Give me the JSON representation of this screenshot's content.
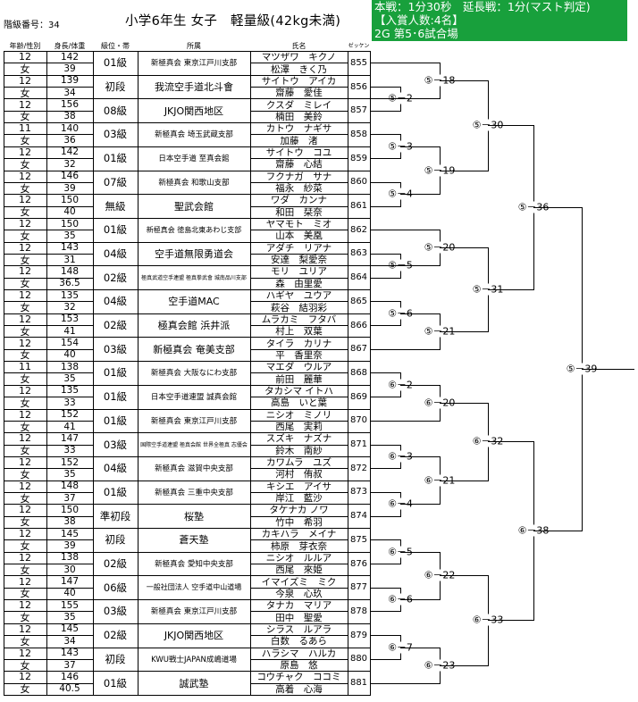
{
  "header": {
    "class_no": "階級番号：34",
    "title": "小学6年生 女子　軽量級(42kg未満)",
    "info_lines": [
      "本戦：1分30秒　延長戦：1分(マスト判定)",
      "【入賞人数:4名】",
      "2G 第5･6試合場"
    ]
  },
  "columns": {
    "age_gender": "年齢/性別",
    "height_weight": "身長/体重",
    "grade": "級位・帯",
    "affiliation": "所属",
    "name": "氏名",
    "zekken": "ゼッケン"
  },
  "competitors": [
    {
      "age": "12",
      "gender": "女",
      "height": "142",
      "weight": "39",
      "grade": "01級",
      "aff": "新極真会 東京江戸川支部",
      "kana": "マツザワ　キクノ",
      "kanji": "松澤　きく乃",
      "zekken": "855",
      "aff_size": "small"
    },
    {
      "age": "12",
      "gender": "女",
      "height": "139",
      "weight": "34",
      "grade": "初段",
      "aff": "我流空手道北斗會",
      "kana": "サイトウ　アイカ",
      "kanji": "齋藤　愛佳",
      "zekken": "856",
      "aff_size": "normal"
    },
    {
      "age": "12",
      "gender": "女",
      "height": "156",
      "weight": "38",
      "grade": "08級",
      "aff": "JKJO関西地区",
      "kana": "クスダ　ミレイ",
      "kanji": "楠田　美鈴",
      "zekken": "857",
      "aff_size": "normal"
    },
    {
      "age": "11",
      "gender": "女",
      "height": "140",
      "weight": "36",
      "grade": "03級",
      "aff": "新極真会 埼玉武蔵支部",
      "kana": "カトウ　ナギサ",
      "kanji": "加藤　渚",
      "zekken": "858",
      "aff_size": "small"
    },
    {
      "age": "12",
      "gender": "女",
      "height": "142",
      "weight": "32",
      "grade": "01級",
      "aff": "日本空手道 至真会館",
      "kana": "サイトウ　コユ",
      "kanji": "齋藤　心結",
      "zekken": "859",
      "aff_size": "small"
    },
    {
      "age": "12",
      "gender": "女",
      "height": "146",
      "weight": "39",
      "grade": "07級",
      "aff": "新極真会 和歌山支部",
      "kana": "フクナガ　サナ",
      "kanji": "福永　紗菜",
      "zekken": "860",
      "aff_size": "small"
    },
    {
      "age": "12",
      "gender": "女",
      "height": "150",
      "weight": "40",
      "grade": "無級",
      "aff": "聖武会館",
      "kana": "ワダ　カンナ",
      "kanji": "和田　栞奈",
      "zekken": "861",
      "aff_size": "normal"
    },
    {
      "age": "12",
      "gender": "女",
      "height": "150",
      "weight": "35",
      "grade": "01級",
      "aff": "新極真会 徳島北東あわじ支部",
      "kana": "ヤマモト　ミオ",
      "kanji": "山本　美凰",
      "zekken": "862",
      "aff_size": "mid"
    },
    {
      "age": "12",
      "gender": "女",
      "height": "143",
      "weight": "31",
      "grade": "04級",
      "aff": "空手道無限勇道会",
      "kana": "アダチ　リアナ",
      "kanji": "安達　梨愛奈",
      "zekken": "863",
      "aff_size": "normal"
    },
    {
      "age": "12",
      "gender": "女",
      "height": "148",
      "weight": "36.5",
      "grade": "02級",
      "aff": "極真武道空手連盟 極真拳武會 城南品川支部",
      "kana": "モリ　ユリア",
      "kanji": "森　由里愛",
      "zekken": "864",
      "aff_size": "tiny"
    },
    {
      "age": "12",
      "gender": "女",
      "height": "135",
      "weight": "32",
      "grade": "04級",
      "aff": "空手道MAC",
      "kana": "ハギヤ　ユウア",
      "kanji": "萩谷　結羽彩",
      "zekken": "865",
      "aff_size": "normal"
    },
    {
      "age": "12",
      "gender": "女",
      "height": "153",
      "weight": "41",
      "grade": "02級",
      "aff": "極真会館 浜井派",
      "kana": "ムラカミ　フタバ",
      "kanji": "村上　双葉",
      "zekken": "866",
      "aff_size": "normal"
    },
    {
      "age": "12",
      "gender": "女",
      "height": "154",
      "weight": "40",
      "grade": "03級",
      "aff": "新極真会 奄美支部",
      "kana": "タイラ　カリナ",
      "kanji": "平　香里奈",
      "zekken": "867",
      "aff_size": "normal"
    },
    {
      "age": "11",
      "gender": "女",
      "height": "138",
      "weight": "35",
      "grade": "01級",
      "aff": "新極真会 大阪なにわ支部",
      "kana": "マエダ　ウルア",
      "kanji": "前田　麗華",
      "zekken": "868",
      "aff_size": "small"
    },
    {
      "age": "12",
      "gender": "女",
      "height": "135",
      "weight": "33",
      "grade": "01級",
      "aff": "日本空手道連盟 誠真会館",
      "kana": "タカシマ イトハ",
      "kanji": "高島　いと葉",
      "zekken": "869",
      "aff_size": "small"
    },
    {
      "age": "12",
      "gender": "女",
      "height": "152",
      "weight": "41",
      "grade": "01級",
      "aff": "新極真会 東京江戸川支部",
      "kana": "ニシオ　ミノリ",
      "kanji": "西尾　実莉",
      "zekken": "870",
      "aff_size": "small"
    },
    {
      "age": "12",
      "gender": "女",
      "height": "147",
      "weight": "33",
      "grade": "03級",
      "aff": "国際空手道連盟 極真会館 世界全極真 志優会",
      "kana": "スズキ　ナズナ",
      "kanji": "鈴木　南紗",
      "zekken": "871",
      "aff_size": "tiny"
    },
    {
      "age": "12",
      "gender": "女",
      "height": "152",
      "weight": "35",
      "grade": "04級",
      "aff": "新極真会 滋賀中央支部",
      "kana": "カワムラ　ユズ",
      "kanji": "河村　侑叔",
      "zekken": "872",
      "aff_size": "small"
    },
    {
      "age": "12",
      "gender": "女",
      "height": "148",
      "weight": "37",
      "grade": "01級",
      "aff": "新極真会 三重中央支部",
      "kana": "キシエ　アイサ",
      "kanji": "岸江　藍沙",
      "zekken": "873",
      "aff_size": "small"
    },
    {
      "age": "12",
      "gender": "女",
      "height": "150",
      "weight": "38",
      "grade": "準初段",
      "aff": "桜塾",
      "kana": "タケナカ ノワ",
      "kanji": "竹中　希羽",
      "zekken": "874",
      "aff_size": "normal"
    },
    {
      "age": "12",
      "gender": "女",
      "height": "145",
      "weight": "39",
      "grade": "初段",
      "aff": "蒼天塾",
      "kana": "カキハラ　メイナ",
      "kanji": "柿原　芽衣奈",
      "zekken": "875",
      "aff_size": "normal"
    },
    {
      "age": "12",
      "gender": "女",
      "height": "138",
      "weight": "30",
      "grade": "02級",
      "aff": "新極真会 愛知中央支部",
      "kana": "ニシオ　ルルア",
      "kanji": "西尾　來姫",
      "zekken": "876",
      "aff_size": "small"
    },
    {
      "age": "12",
      "gender": "女",
      "height": "147",
      "weight": "40",
      "grade": "06級",
      "aff": "一般社団法人 空手道中山道場",
      "kana": "イマイズミ　ミク",
      "kanji": "今泉　心玖",
      "zekken": "877",
      "aff_size": "mid"
    },
    {
      "age": "12",
      "gender": "女",
      "height": "155",
      "weight": "35",
      "grade": "03級",
      "aff": "新極真会 東京江戸川支部",
      "kana": "タナカ　マリア",
      "kanji": "田中　聖愛",
      "zekken": "878",
      "aff_size": "small"
    },
    {
      "age": "12",
      "gender": "女",
      "height": "145",
      "weight": "34",
      "grade": "02級",
      "aff": "JKJO関西地区",
      "kana": "シラス　ルアラ",
      "kanji": "白数　るあら",
      "zekken": "879",
      "aff_size": "normal"
    },
    {
      "age": "12",
      "gender": "女",
      "height": "143",
      "weight": "37",
      "grade": "初段",
      "aff": "KWU戦士JAPAN成嶋道場",
      "kana": "ハラシマ　ハルカ",
      "kanji": "原島　悠",
      "zekken": "880",
      "aff_size": "small"
    },
    {
      "age": "12",
      "gender": "女",
      "height": "146",
      "weight": "40.5",
      "grade": "01級",
      "aff": "誠武塾",
      "kana": "コウチャク　ココミ",
      "kanji": "高着　心海",
      "zekken": "881",
      "aff_size": "normal"
    }
  ],
  "matches": {
    "m5_2": "⑤－2",
    "m5_3": "⑤－3",
    "m5_4": "⑤－4",
    "m5_5": "⑤－5",
    "m5_6": "⑤－6",
    "m6_2": "⑥－2",
    "m6_3": "⑥－3",
    "m6_4": "⑥－4",
    "m6_5": "⑥－5",
    "m6_6": "⑥－6",
    "m6_7": "⑥－7",
    "m5_18": "⑤－18",
    "m5_19": "⑤－19",
    "m5_20": "⑤－20",
    "m5_21": "⑤－21",
    "m6_20": "⑥－20",
    "m6_21": "⑥－21",
    "m6_22": "⑥－22",
    "m6_23": "⑥－23",
    "m5_30": "⑤－30",
    "m5_31": "⑤－31",
    "m6_32": "⑥－32",
    "m6_33": "⑥－33",
    "m5_36": "⑤－36",
    "m6_38": "⑥－38",
    "m5_39": "⑤－39"
  }
}
